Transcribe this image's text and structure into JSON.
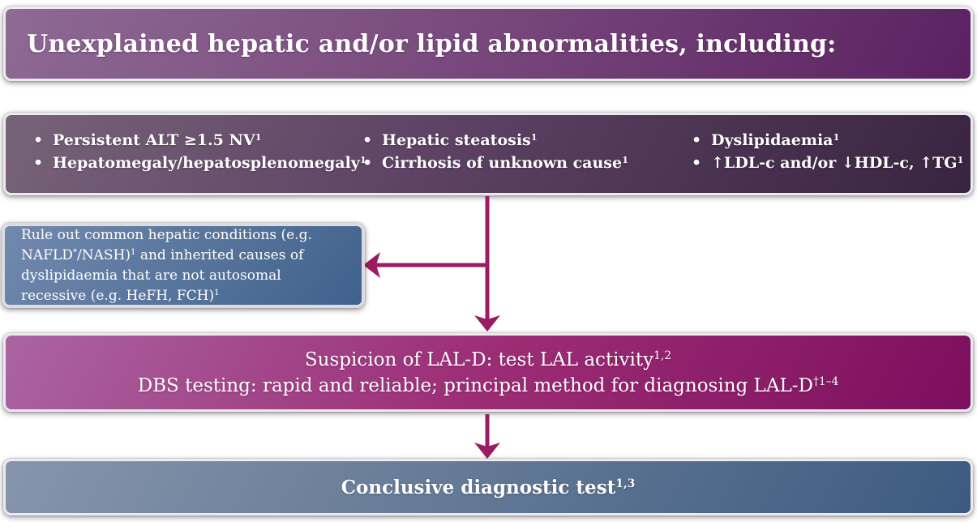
{
  "flowchart": {
    "title_box": {
      "text": "Unexplained hepatic and/or lipid abnormalities, including:"
    },
    "criteria_box": {
      "columns": [
        {
          "items": [
            "Persistent ALT ≥1.5 NV^{1}",
            "Hepatomegaly/hepatosplenomegaly^{1}"
          ]
        },
        {
          "items": [
            "Hepatic steatosis^{1}",
            "Cirrhosis of unknown cause^{1}"
          ]
        },
        {
          "items": [
            "Dyslipidaemia^{1}",
            "↑LDL-c and/or ↓HDL-c, ↑TG^{1}"
          ]
        }
      ]
    },
    "rule_out_box": {
      "text": "Rule out common hepatic conditions (e.g. NAFLD^{*}/NASH)^{1} and inherited causes of dyslipidaemia that are not autosomal recessive (e.g. HeFH, FCH)^{1}"
    },
    "suspicion_box": {
      "line1": "Suspicion of LAL-D: test LAL activity^{1,2}",
      "line2": "DBS testing: rapid and reliable; principal method for diagnosing LAL-D^{†1–4}"
    },
    "conclusive_box": {
      "text": "Conclusive diagnostic test^{1,3}"
    }
  },
  "colors": {
    "arrow": "#9b1c63",
    "banner-a": "#8e6a94",
    "banner-b": "#5a2161",
    "criteria-a": "#776379",
    "criteria-b": "#382440",
    "ruleout-a": "#7389ae",
    "ruleout-b": "#3f618c",
    "suspicion-a": "#aa64a2",
    "suspicion-b": "#7c0f5e",
    "conclusive-a": "#8695ab",
    "conclusive-b": "#3c5a80"
  }
}
